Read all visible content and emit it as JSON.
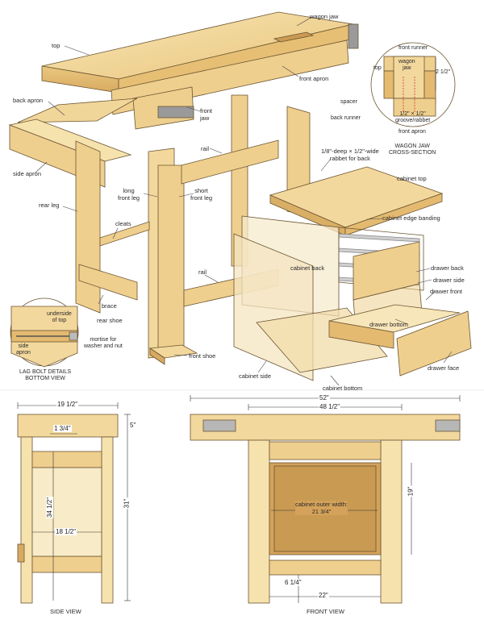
{
  "labels": {
    "wagon_jaw": "wagon jaw",
    "top": "top",
    "front_apron": "front apron",
    "back_apron": "back apron",
    "front_jaw": "front\njaw",
    "side_apron": "side apron",
    "rail_upper": "rail",
    "long_front_leg": "long\nfront leg",
    "short_front_leg": "short\nfront leg",
    "rear_leg": "rear leg",
    "cleats": "cleats",
    "brace": "brace",
    "rear_shoe": "rear shoe",
    "rail_lower": "rail",
    "front_shoe": "front shoe",
    "rabbet_for_back": "1/8\"-deep × 1/2\"-wide\nrabbet for back",
    "cabinet_top": "cabinet top",
    "cabinet_edge_banding": "cabinet edge banding",
    "cabinet_back": "cabinet back",
    "drawer_back": "drawer back",
    "drawer_side": "drawer side",
    "drawer_front": "drawer front",
    "drawer_bottom": "drawer bottom",
    "drawer_face": "drawer face",
    "cabinet_side": "cabinet side",
    "cabinet_bottom": "cabinet bottom"
  },
  "wagon_section": {
    "front_runner": "front runner",
    "wagon_jaw": "wagon\njaw",
    "top": "top",
    "spacer": "spacer",
    "back_runner": "back runner",
    "groove": "1/2\" × 1/2\"\ngroove/rabbet",
    "front_apron": "front apron",
    "dim": "2 1/2\"",
    "title": "WAGON JAW\nCROSS-SECTION"
  },
  "lag_detail": {
    "underside_of_top": "underside\nof top",
    "side_apron": "side\napron",
    "mortise": "mortise for\nwasher and nut",
    "title": "LAG BOLT DETAILS\nBOTTOM VIEW"
  },
  "side_view": {
    "width": "19 1/2\"",
    "top_thickness": "1 3/4\"",
    "leg_height": "34 1/2\"",
    "rail_width": "18 1/2\"",
    "title": "SIDE VIEW"
  },
  "front_view": {
    "overall": "52\"",
    "apron": "48 1/2\"",
    "top_thickness": "5\"",
    "total_height": "31\"",
    "cabinet_height": "19\"",
    "cabinet_label": "cabinet outer width:\n21 3/4\"",
    "shelf_height": "6 1/4\"",
    "leg_spacing": "22\"",
    "title": "FRONT VIEW"
  },
  "colors": {
    "wood_light": "#f4dfa6",
    "wood_mid": "#e8c57d",
    "wood_dark": "#cf9f55",
    "cabinet_panel": "#d4a25a",
    "line": "#6b5431"
  }
}
